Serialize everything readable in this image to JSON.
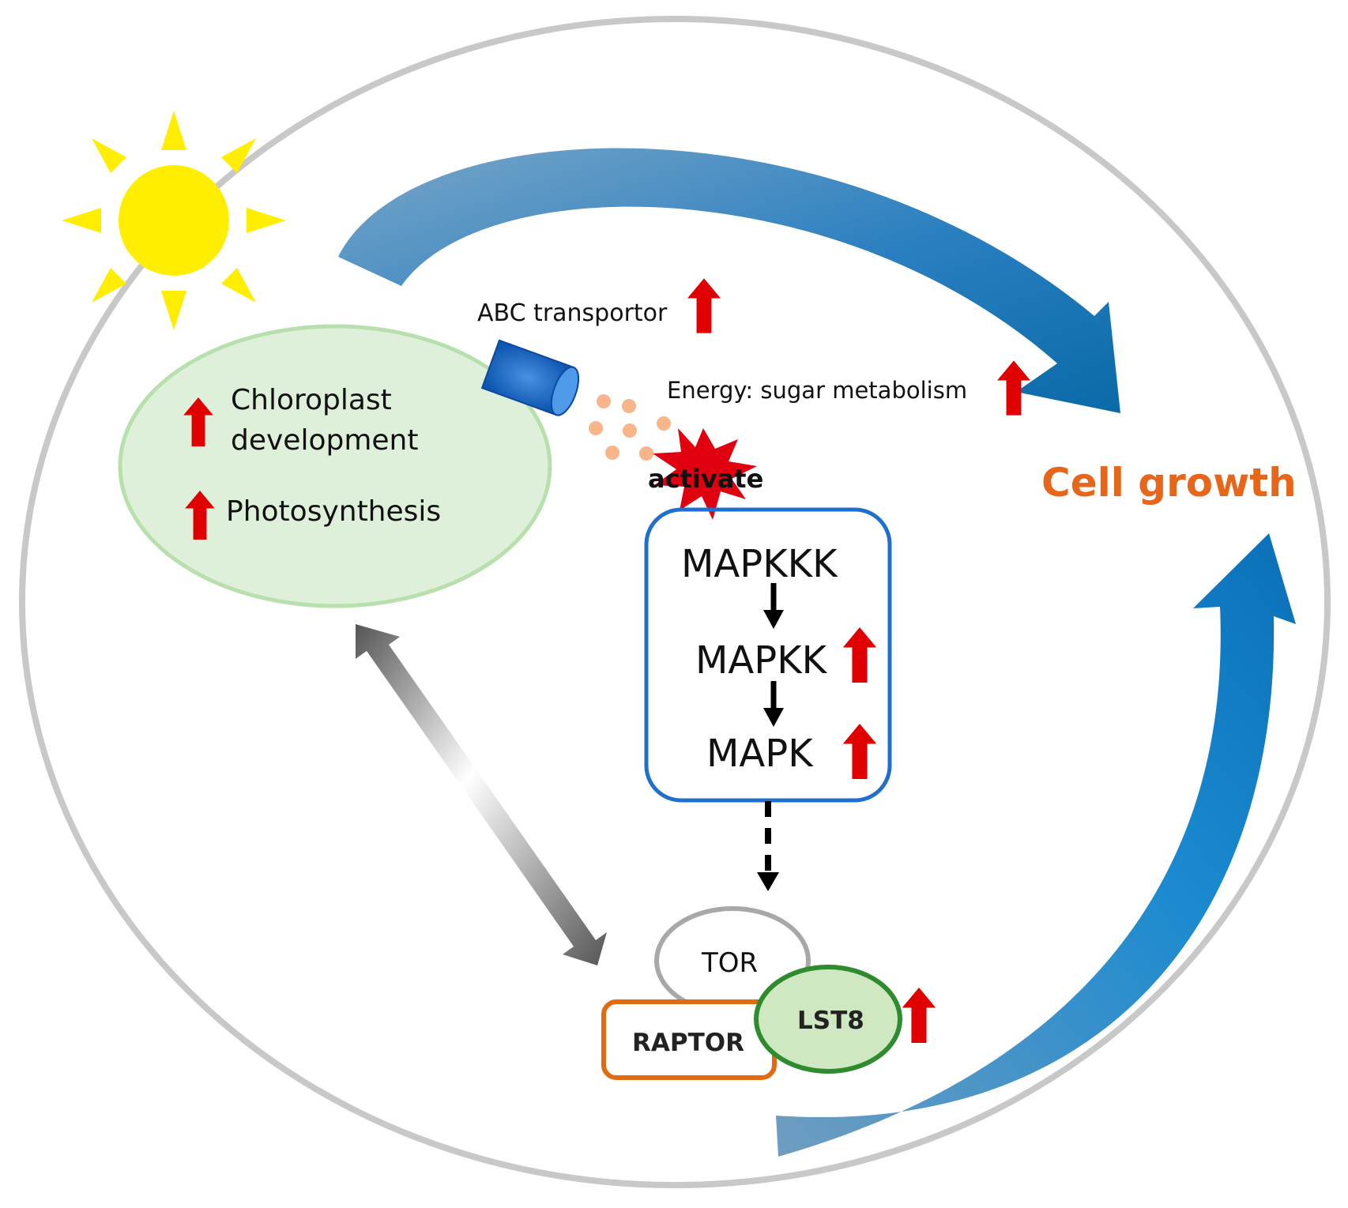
{
  "labels": {
    "abc_transporter": "ABC transportor",
    "energy": "Energy: sugar metabolism",
    "chloroplast_line1": "Chloroplast",
    "chloroplast_line2": "development",
    "photosynthesis": "Photosynthesis",
    "activate": "activate",
    "cell_growth": "Cell growth",
    "mapkkk": "MAPKKK",
    "mapkk": "MAPKK",
    "mapk": "MAPK",
    "tor": "TOR",
    "raptor": "RAPTOR",
    "lst8": "LST8"
  },
  "colors": {
    "cell_outline": "#c8c8c8",
    "chloroplast_fill": "#dff0da",
    "chloroplast_stroke": "#b7e0ad",
    "sun": "#ffee00",
    "up_arrow": "#e00000",
    "mapk_box": "#1f6fcf",
    "blue_arrow": "#1b7fc1",
    "cell_growth_text": "#e8661a",
    "raptor_stroke": "#e26a10",
    "lst8_fill": "#cfe8c2",
    "lst8_stroke": "#2e8b2e",
    "tor_stroke": "#a8a8a8",
    "sugar_dot": "#f8b58a",
    "transporter": "#1565c0"
  },
  "icons": [
    "sun-icon",
    "up-arrow-icon",
    "abc-transporter-icon",
    "activate-burst-icon"
  ]
}
